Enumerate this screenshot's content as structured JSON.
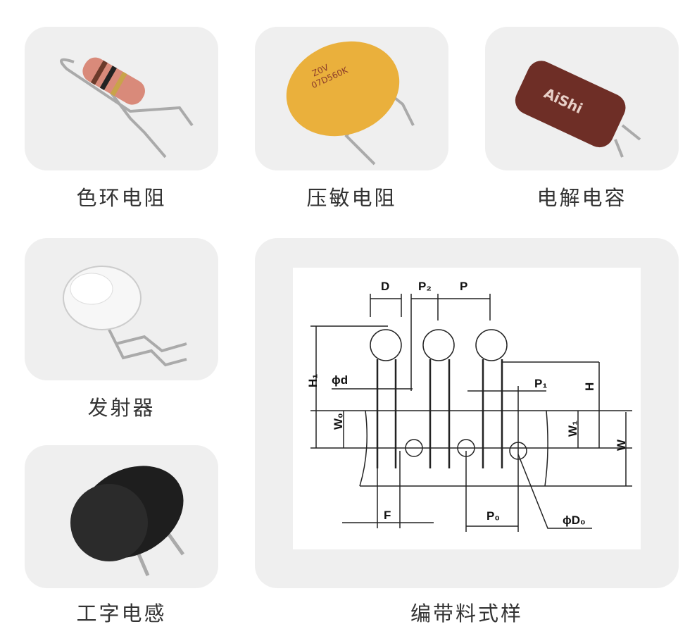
{
  "items": [
    {
      "label": "色环电阻",
      "icon": "color-ring-resistor"
    },
    {
      "label": "压敏电阻",
      "icon": "varistor",
      "marking": [
        "Z0V",
        "07D560K"
      ]
    },
    {
      "label": "电解电容",
      "icon": "electrolytic-capacitor",
      "brand": "AiShi"
    },
    {
      "label": "发射器",
      "icon": "led-emitter"
    },
    {
      "label": "工字电感",
      "icon": "drum-inductor"
    },
    {
      "label": "编带料式样",
      "icon": "tape-spec-diagram"
    }
  ],
  "diagram": {
    "D": "D",
    "P2": "P₂",
    "P": "P",
    "H1": "H₁",
    "phid": "ϕd",
    "P1": "P₁",
    "H": "H",
    "W0": "W₀",
    "W1": "W₁",
    "W": "W",
    "F": "F",
    "P0": "P₀",
    "phiD0": "ϕD₀"
  },
  "colors": {
    "card": "#efefef",
    "text": "#333333"
  }
}
